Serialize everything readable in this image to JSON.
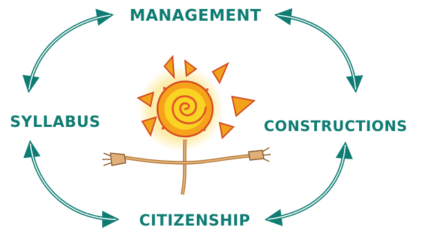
{
  "nodes": {
    "top": "MANAGEMENT",
    "left": "SYLLABUS",
    "right": "CONSTRUCTIONS",
    "bottom": "CITIZENSHIP"
  },
  "colors": {
    "label": "#0e7c72",
    "arrow": "#0e7c72",
    "sun_outer": "#f6a21a",
    "sun_inner": "#f9d423",
    "sun_spiral": "#e2572b",
    "ray": "#f2a31c",
    "ray_edge": "#d34a1f",
    "stem": "#d9a160",
    "hands": "#e0b07a"
  },
  "icons": {
    "center": "sun-flower-figure-icon"
  }
}
